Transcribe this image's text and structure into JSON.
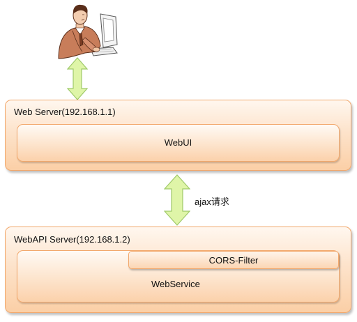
{
  "user_icon": "user-at-computer-icon",
  "connector_icon": "double-arrow-icon",
  "colors": {
    "box_border": "#f2a86c",
    "box_fill": "#fde3cb",
    "arrow_fill": "#dff5a8",
    "arrow_stroke": "#9fc96a"
  },
  "web_server": {
    "title": "Web Server(192.168.1.1)",
    "inner_label": "WebUI"
  },
  "connector": {
    "label": "ajax请求"
  },
  "webapi_server": {
    "title": "WebAPI Server(192.168.1.2)",
    "filter_label": "CORS-Filter",
    "service_label": "WebService"
  }
}
